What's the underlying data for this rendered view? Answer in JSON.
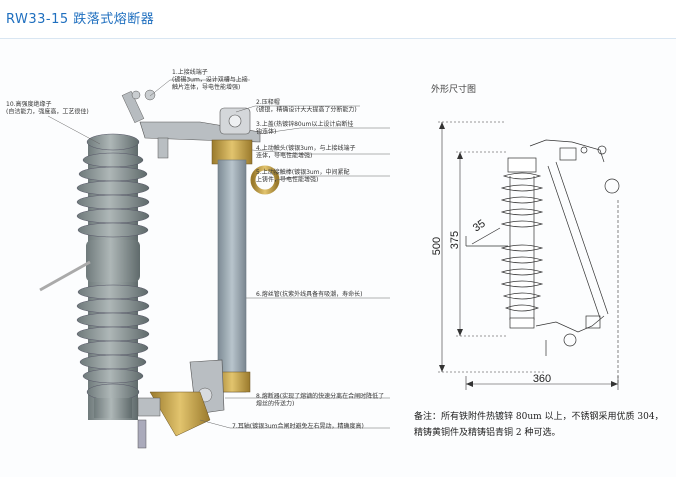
{
  "header": {
    "title": "RW33-15 跌落式熔断器"
  },
  "callouts": [
    {
      "label": "1.上接线端子(镀锡3um，设计双槽与上接触片连体，导电性能增强)"
    },
    {
      "label": "2.压释帽(镀银，精确设计大大提高了分断能力)"
    },
    {
      "label": "3.上盖(热镀锌80um以上设计启断挂钩连体)"
    },
    {
      "label": "4.上动触头(镀银3um，与上接线端子连体，导电性能增强)"
    },
    {
      "label": "5.上动接触棒(镀银3um，中间紧配上铸件，导电性能增强)"
    },
    {
      "label": "6.熔丝管(抗紫外线具备有吸潮，寿命长)"
    },
    {
      "label": "7.耳轴(镀银3um合闸时避免左右晃动，精确度高)"
    },
    {
      "label": "8.熔断器(实现了熔镝的快速分离在合闸时降低了熔丝的传送力)"
    },
    {
      "label": "10.高强度绝缘子(自洁能力，强度高，工艺很佳)"
    }
  ],
  "drawing": {
    "subtitle": "外形尺寸图",
    "dim_height_total": "500",
    "dim_height_inner": "375",
    "dim_angle": "35",
    "dim_width": "360"
  },
  "note": {
    "text": "备注：所有铁附件热镀锌 80um 以上，不锈钢采用优质 304，精铸黄铜件及精铸铝青铜 2 种可选。"
  },
  "colors": {
    "title": "#1f6fbf",
    "insulator": "#8f9a9a",
    "tube": "#9aa8b2",
    "brass": "#c8a24a",
    "steel": "#b7bcc0"
  }
}
